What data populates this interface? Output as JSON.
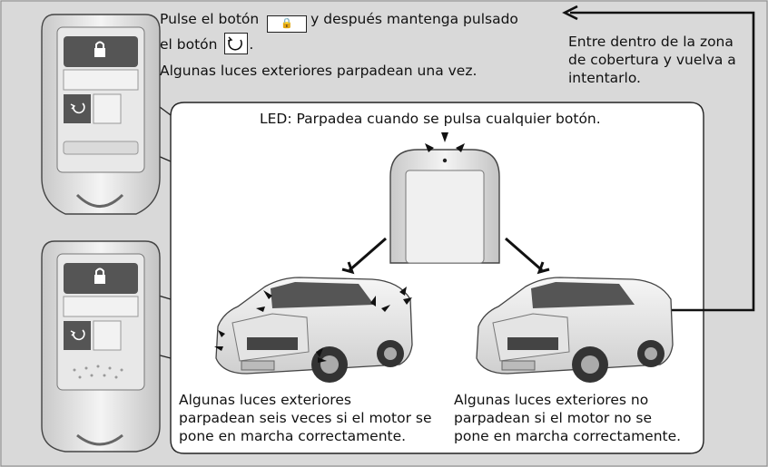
{
  "instructions": {
    "line1_before": "Pulse el botón",
    "lock_glyph": "🔒",
    "line1_after": "y después mantenga pulsado",
    "line2": "el botón",
    "line2_end": ".",
    "line3": "Algunas luces exteriores parpadean una vez."
  },
  "retry_note": {
    "line1": "Entre dentro de la zona",
    "line2": "de cobertura y vuelva a",
    "line3": "intentarlo."
  },
  "led_caption": "LED: Parpadea cuando se pulsa cualquier botón.",
  "outcome_success": {
    "line1": "Algunas luces exteriores",
    "line2": "parpadean seis veces si el motor se",
    "line3": "pone en marcha correctamente."
  },
  "outcome_failure": {
    "line1": "Algunas luces exteriores no",
    "line2": "parpadean si el motor no se",
    "line3": "pone en marcha correctamente."
  },
  "icons": {
    "lock": "lock-icon",
    "start": "remote-start-icon"
  }
}
